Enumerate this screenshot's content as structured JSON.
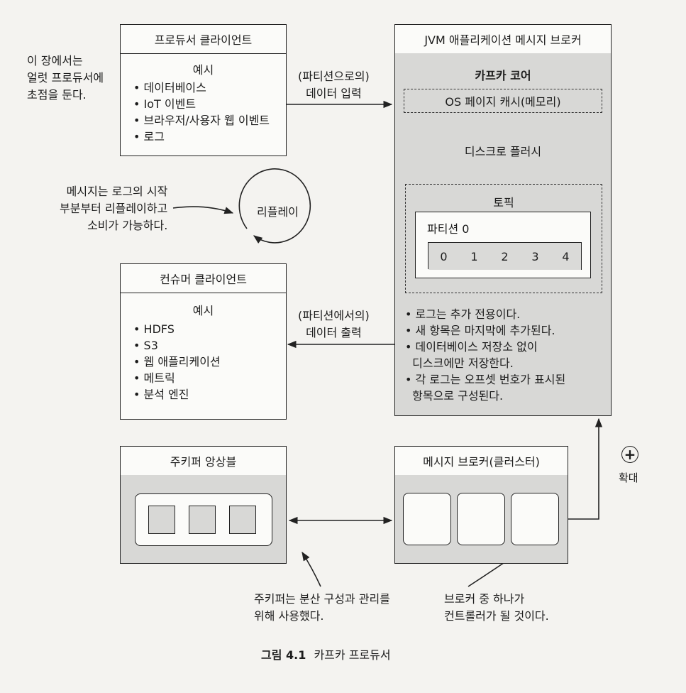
{
  "producer": {
    "title": "프로듀서 클라이언트",
    "example_label": "예시",
    "items": [
      "데이터베이스",
      "IoT 이벤트",
      "브라우저/사용자 웹 이벤트",
      "로그"
    ]
  },
  "consumer": {
    "title": "컨슈머 클라이언트",
    "example_label": "예시",
    "items": [
      "HDFS",
      "S3",
      "웹 애플리케이션",
      "메트릭",
      "분석 엔진"
    ]
  },
  "broker": {
    "title": "JVM 애플리케이션 메시지 브로커",
    "core_label": "카프카 코어",
    "page_cache": "OS 페이지 캐시(메모리)",
    "flush_label": "디스크로 플러시",
    "topic_label": "토픽",
    "partition_label": "파티션 0",
    "offsets": [
      "0",
      "1",
      "2",
      "3",
      "4"
    ],
    "notes": [
      "로그는 추가 전용이다.",
      "새 항목은 마지막에 추가된다.",
      "데이터베이스 저장소 없이",
      "디스크에만 저장한다.",
      "각 로그는 오프셋 번호가 표시된",
      "항목으로 구성된다."
    ]
  },
  "zookeeper": {
    "title": "주키퍼 앙상블"
  },
  "cluster": {
    "title": "메시지 브로커(클러스터)"
  },
  "annotations": {
    "producer_focus": [
      "이 장에서는",
      "얼럿 프로듀서에",
      "초점을 둔다."
    ],
    "input_arrow": [
      "(파티션으로의)",
      "데이터 입력"
    ],
    "output_arrow": [
      "(파티션에서의)",
      "데이터 출력"
    ],
    "replay_note": [
      "메시지는 로그의 시작",
      "부분부터 리플레이하고",
      "소비가 가능하다."
    ],
    "replay": "리플레이",
    "zookeeper_note": [
      "주키퍼는 분산 구성과 관리를",
      "위해 사용했다."
    ],
    "controller_note": [
      "브로커 중 하나가",
      "컨트롤러가 될 것이다."
    ],
    "zoom_label": "확대"
  },
  "caption": {
    "figure": "그림 4.1",
    "text": "카프카 프로듀서"
  }
}
